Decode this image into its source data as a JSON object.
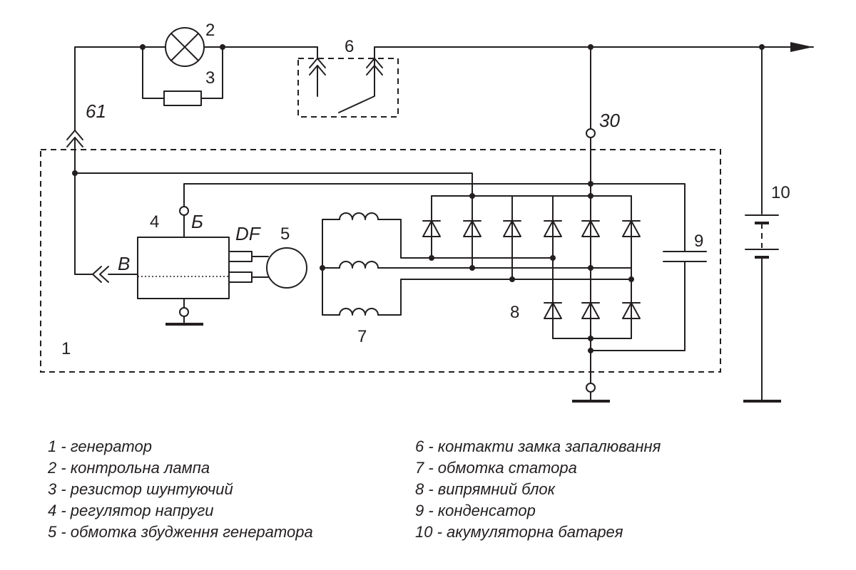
{
  "labels": {
    "gen": "1",
    "lamp": "2",
    "resistor": "3",
    "regulator": "4",
    "field": "5",
    "ignition": "6",
    "stator": "7",
    "rectifier": "8",
    "capacitor": "9",
    "battery": "10",
    "terminal_61": "61",
    "terminal_30": "30",
    "terminal_b": "Б",
    "terminal_v": "В",
    "terminal_df": "DF"
  },
  "legend_left": [
    "1 - генератор",
    "2 - контрольна лампа",
    "3 - резистор шунтуючий",
    "4 - регулятор напруги",
    "5 - обмотка збудження генератора"
  ],
  "legend_right": [
    "6 - контакти замка запалювання",
    "7 - обмотка статора",
    "8 - випрямний блок",
    "9 - конденсатор",
    "10 - акумуляторна батарея"
  ]
}
